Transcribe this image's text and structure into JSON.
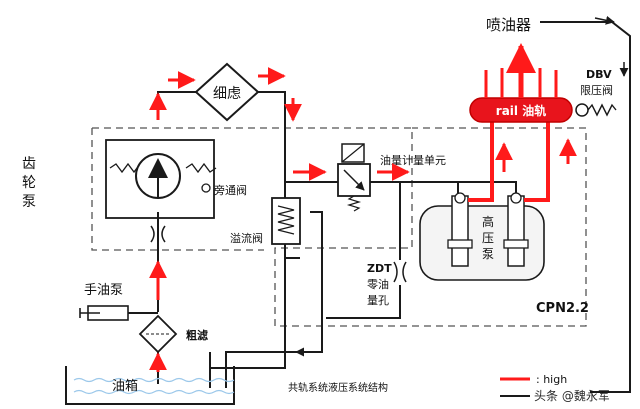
{
  "labels": {
    "injector": "喷油器",
    "fine_filter": "细虑",
    "gear_pump": [
      "齿",
      "轮",
      "泵"
    ],
    "bypass_valve": "旁通阀",
    "metering_unit": "油量计量单元",
    "overflow_valve": "溢流阀",
    "hand_pump": "手油泵",
    "coarse_filter": "粗滤",
    "fuel_tank": "油箱",
    "dbv_code": "DBV",
    "dbv_name": "限压阀",
    "rail": "rail 油轨",
    "high_pressure_pump": [
      "高",
      "压",
      "泵"
    ],
    "zdt_code": "ZDT",
    "zdt_name": [
      "零油",
      "量孔"
    ],
    "cpn": "CPN2.2",
    "caption": "共轨系统液压系统结构",
    "legend_high": ": high",
    "watermark": "头条 @魏永军"
  },
  "colors": {
    "line": "#1a1a1a",
    "high_flow": "#ff1a1a",
    "rail_fill": "#e8141c",
    "dash_box": "#555555",
    "tank_water": "#9cc8ea"
  }
}
